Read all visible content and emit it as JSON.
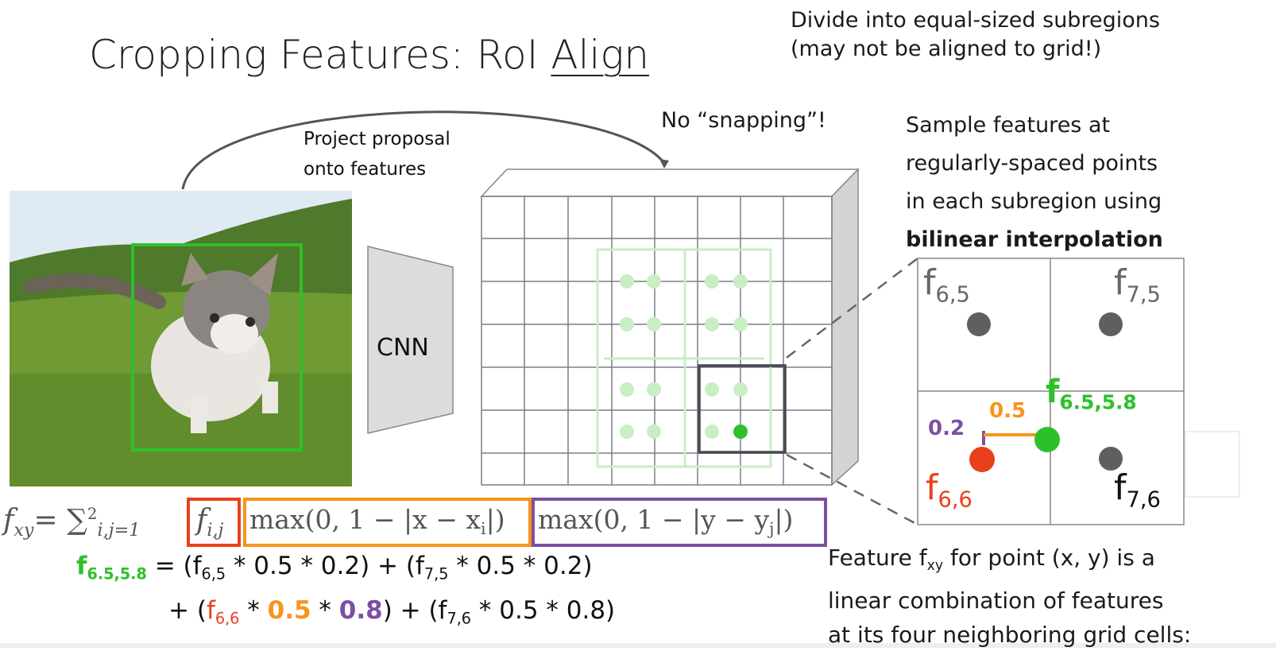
{
  "title": {
    "text": "Cropping Features: RoI ",
    "underlined": "Align"
  },
  "notes": {
    "divide_line1": "Divide into equal-sized subregions",
    "divide_line2": "(may not be aligned to grid!)",
    "no_snapping": "No “snapping”!",
    "sample_line1": "Sample features at",
    "sample_line2": "regularly-spaced points",
    "sample_line3": "in each subregion using",
    "sample_line4": "bilinear interpolation",
    "project_line1": "Project proposal",
    "project_line2": "onto features",
    "feature_line1_a": "Feature f",
    "feature_line1_sub": "xy",
    "feature_line1_b": " for point (x, y) is a",
    "feature_line2": "linear combination of features",
    "feature_line3": "at its four neighboring grid cells:"
  },
  "cnn_label": "CNN",
  "zoom_panel": {
    "f65": {
      "f": "f",
      "sub": "6,5"
    },
    "f75": {
      "f": "f",
      "sub": "7,5"
    },
    "f66": {
      "f": "f",
      "sub": "6,6"
    },
    "f76": {
      "f": "f",
      "sub": "7,6"
    },
    "fpoint": {
      "f": "f",
      "sub": "6.5,5.8"
    },
    "dx": "0.5",
    "dy": "0.2"
  },
  "formula": {
    "lhs": "f",
    "lhs_sub": "xy",
    "sum": "= ∑",
    "sum_sup": "2",
    "sum_sub": "i,j=1",
    "term1": "f",
    "term1_sub": "i,j",
    "term2": "max(0, 1 − |x − x",
    "term2_sub": "i",
    "term2_end": "|)",
    "term3": "max(0, 1 − |y − y",
    "term3_sub": "j",
    "term3_end": "|)"
  },
  "example": {
    "lhs": "f",
    "lhs_sub": "6.5,5.8",
    "l1_a": " = (f",
    "l1_sub1": "6,5",
    "l1_b": " * 0.5 * 0.2) + (f",
    "l1_sub2": "7,5",
    "l1_c": " * 0.5 * 0.2)",
    "l2_a": "+ (",
    "l2_f": "f",
    "l2_sub1": "6,6",
    "l2_star1": " * ",
    "l2_orange": "0.5",
    "l2_star2": " * ",
    "l2_purple": "0.8",
    "l2_b": ") + (f",
    "l2_sub2": "7,6",
    "l2_c": " * 0.5 * 0.8)"
  },
  "colors": {
    "green": "#2ec02a",
    "red": "#e8401c",
    "orange": "#f7941d",
    "purple": "#7d4fa3",
    "light_green": "#c9eec4",
    "gray_dot": "#5f5f5f"
  }
}
